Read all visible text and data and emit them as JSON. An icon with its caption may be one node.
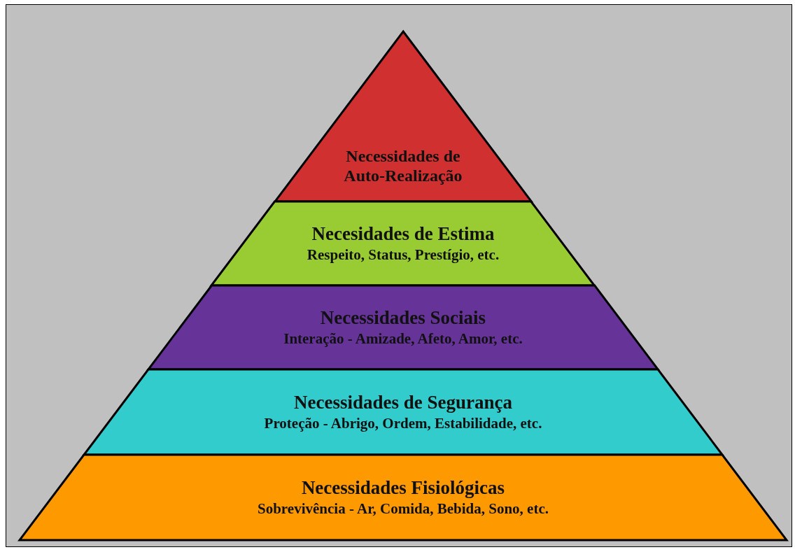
{
  "diagram": {
    "nodes": [
      {
        "text": [
          "Necessidades de Auto-Realização"
        ]
      },
      {
        "text": [
          "Necesidades de Estima",
          "Respeito, Status, Prestígio, etc."
        ]
      },
      {
        "text": [
          "Necessidades Sociais",
          "Interação - Amizade, Afeto, Amor, etc."
        ]
      },
      {
        "text": [
          "Necessidades de Segurança",
          "Proteção - Abrigo, Ordem, Estabilidade, etc."
        ]
      },
      {
        "text": [
          "Necessidades Fisiológicas",
          "Sobrevivência - Ar, Comida, Bebida, Sono, etc."
        ]
      }
    ]
  }
}
